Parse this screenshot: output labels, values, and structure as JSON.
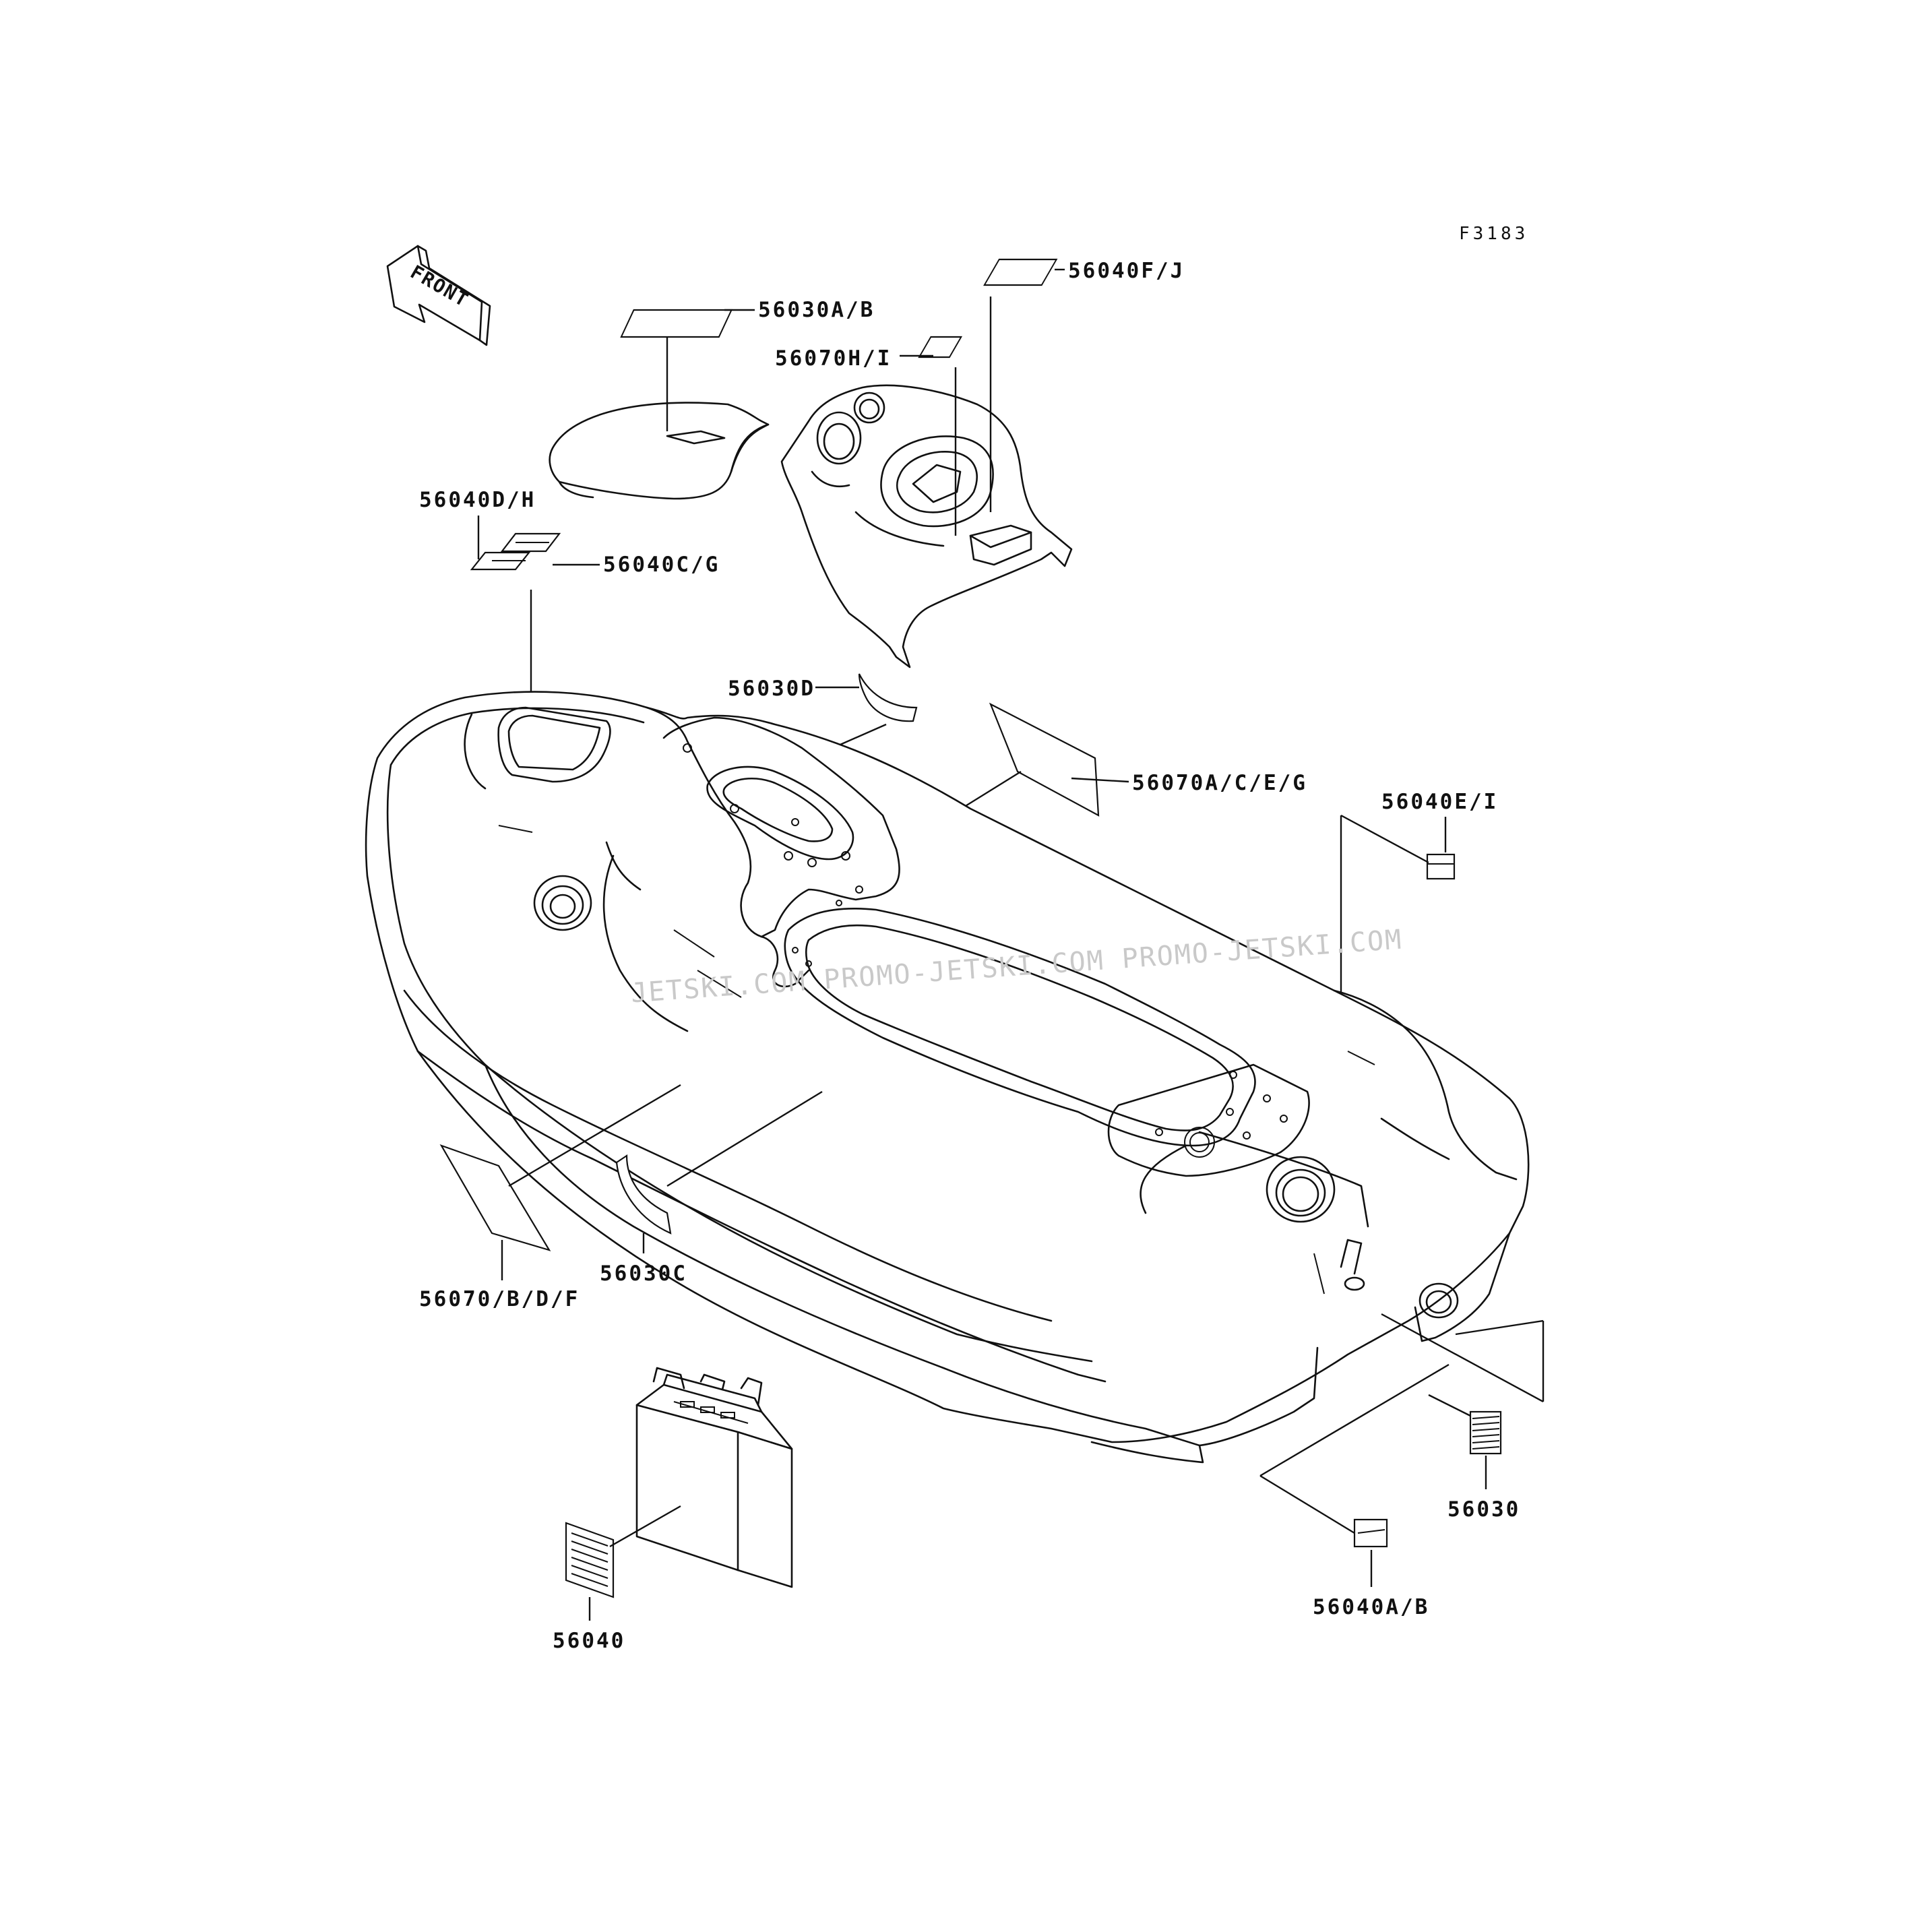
{
  "diagram_code": "F3183",
  "front_marker": "FRONT",
  "watermark": "JETSKI.COM  PROMO-JETSKI.COM  PROMO-JETSKI.COM",
  "callouts": {
    "c56030ab": "56030A/B",
    "c56040fj": "56040F/J",
    "c56070hi": "56070H/I",
    "c56040dh": "56040D/H",
    "c56040cg": "56040C/G",
    "c56030d": "56030D",
    "c56070aceg": "56070A/C/E/G",
    "c56040ei": "56040E/I",
    "c56070bdf": "56070/B/D/F",
    "c56030c": "56030C",
    "c56030": "56030",
    "c56040ab": "56040A/B",
    "c56040": "56040"
  }
}
